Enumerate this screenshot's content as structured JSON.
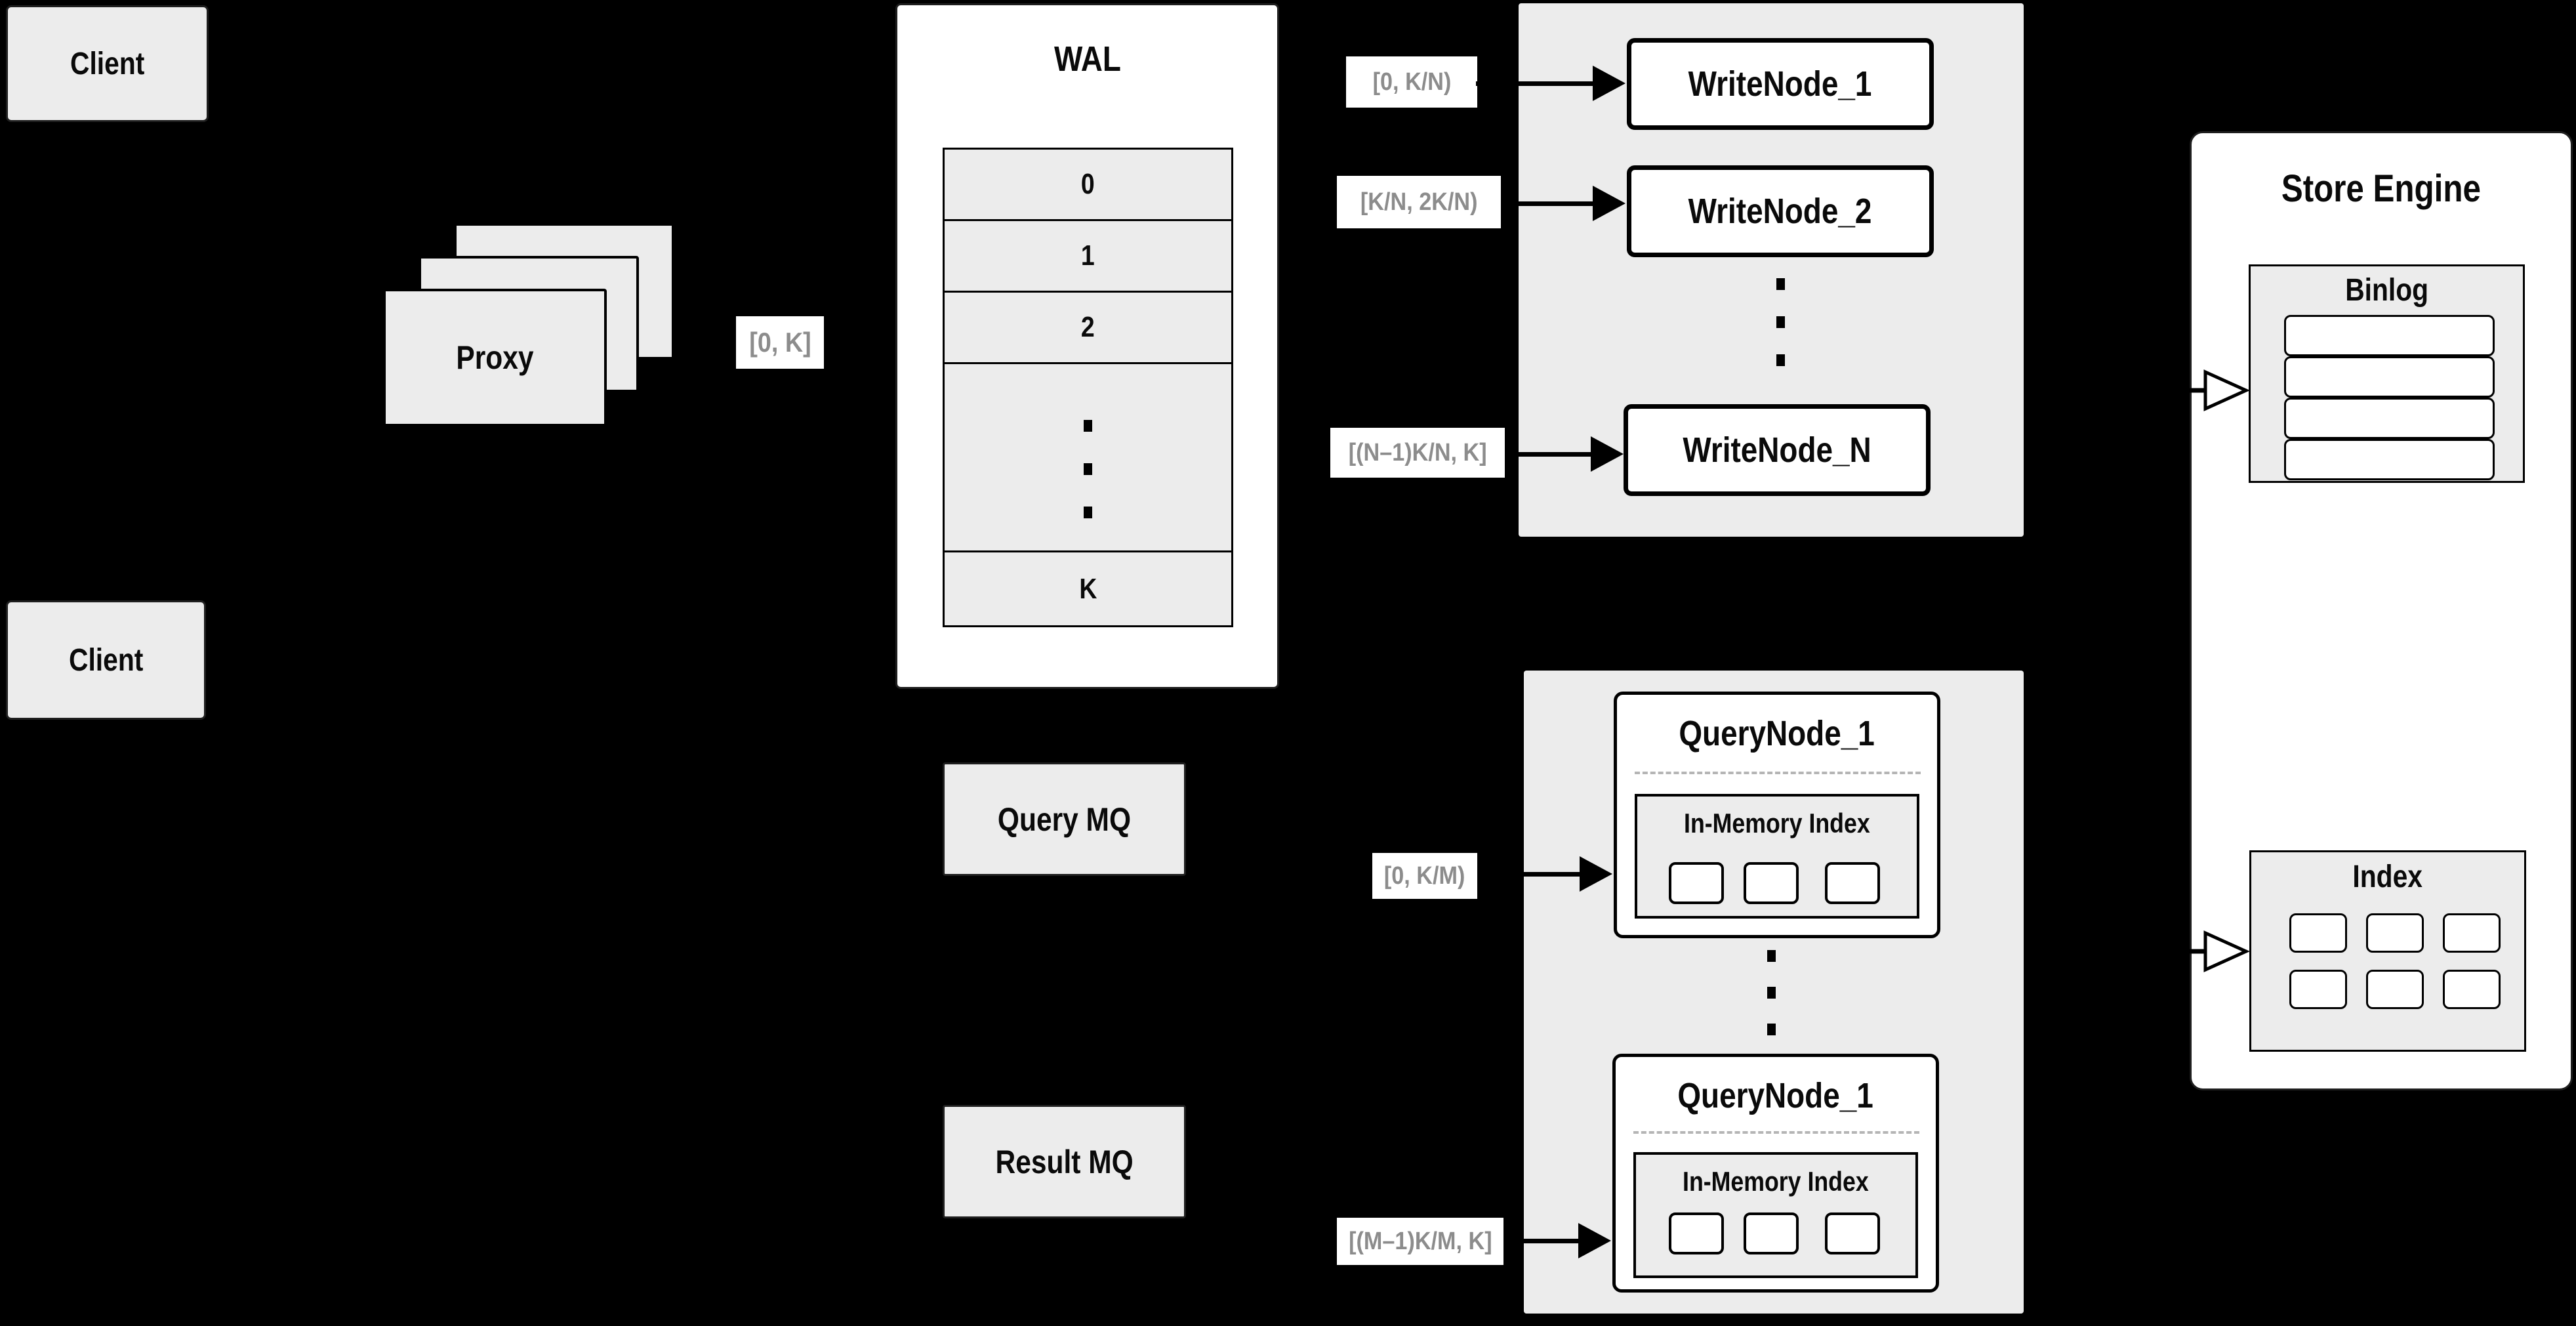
{
  "colors": {
    "background": "#000000",
    "panel_gray": "#ececec",
    "panel_white": "#ffffff",
    "border_black": "#000000",
    "border_dark": "#1f1f1f",
    "label_text": "#8c8c8c",
    "text": "#0a0a0a",
    "dashed_divider": "#b5b5b5"
  },
  "clients": {
    "top": "Client",
    "bottom": "Client"
  },
  "proxy": {
    "label": "Proxy",
    "stack_count": 3
  },
  "wal": {
    "title": "WAL",
    "segments": [
      "0",
      "1",
      "2"
    ],
    "ellipsis": "vertical-dots",
    "last_segment": "K"
  },
  "flow_labels": {
    "proxy_out": "[0, K]",
    "write_1": "[0, K/N)",
    "write_2": "[K/N, 2K/N)",
    "write_n": "[(N–1)K/N, K]",
    "query_1": "[0, K/M)",
    "query_m": "[(M–1)K/M, K]"
  },
  "write_nodes": {
    "items": [
      {
        "label": "WriteNode_1"
      },
      {
        "label": "WriteNode_2"
      },
      {
        "label": "WriteNode_N"
      }
    ]
  },
  "query_nodes": {
    "items": [
      {
        "label": "QueryNode_1",
        "inner_title": "In-Memory Index",
        "segment_count": 3
      },
      {
        "label": "QueryNode_1",
        "inner_title": "In-Memory Index",
        "segment_count": 3
      }
    ]
  },
  "mq": {
    "query": "Query MQ",
    "result": "Result MQ"
  },
  "store_engine": {
    "title": "Store Engine",
    "binlog": {
      "title": "Binlog",
      "segment_count": 4
    },
    "index": {
      "title": "Index",
      "cell_count": 6
    }
  }
}
